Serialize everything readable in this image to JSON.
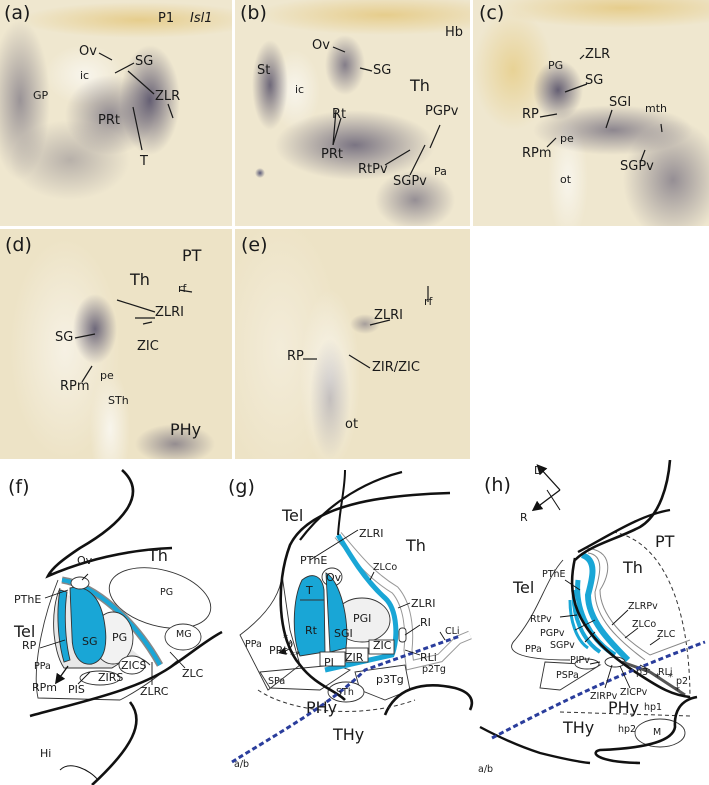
{
  "colors": {
    "background_tissue": "#efe7cf",
    "stain": "#3c3a5a",
    "diagram_blue": "#19a6d6",
    "boundary_dotted": "#2a3d9c",
    "asterisk": "#5fd0e0"
  },
  "panels": {
    "a": {
      "letter": "(a)",
      "labels": [
        "P1",
        "Isl1",
        "Ov",
        "SG",
        "ic",
        "ZLR",
        "GP",
        "PRt",
        "T"
      ]
    },
    "b": {
      "letter": "(b)",
      "labels": [
        "Ov",
        "SG",
        "Hb",
        "St",
        "ic",
        "Th",
        "Rt",
        "PGPv",
        "PRt",
        "RtPv",
        "SGPv",
        "Pa"
      ]
    },
    "c": {
      "letter": "(c)",
      "labels": [
        "ZLR",
        "PG",
        "SG",
        "SGI",
        "mth",
        "RP",
        "pe",
        "RPm",
        "ot",
        "SGPv"
      ]
    },
    "d": {
      "letter": "(d)",
      "labels": [
        "PT",
        "Th",
        "rf",
        "ZLRI",
        "SG",
        "ZIC",
        "pe",
        "RPm",
        "STh",
        "PHy"
      ]
    },
    "e": {
      "letter": "(e)",
      "labels": [
        "rf",
        "ZLRI",
        "RP",
        "ZIR/ZIC",
        "ot"
      ]
    },
    "f": {
      "letter": "(f)",
      "labels": [
        "Th",
        "PG",
        "Ov",
        "PThE",
        "Tel",
        "RP",
        "SG",
        "PG",
        "MG",
        "PPa",
        "ZICS",
        "ZIRS",
        "ZLC",
        "RPm",
        "PIS",
        "ZLRC",
        "Hi"
      ]
    },
    "g": {
      "letter": "(g)",
      "labels": [
        "Tel",
        "ZLRI",
        "Th",
        "PThE",
        "Ov",
        "ZLCo",
        "T",
        "ZLRI",
        "PGI",
        "RI",
        "Rt",
        "SGI",
        "CLi",
        "PPa",
        "PRt",
        "ZIC",
        "RLi",
        "PI",
        "ZIR",
        "p2Tg",
        "SPa",
        "p3Tg",
        "STh",
        "PHy",
        "THy",
        "a/b"
      ]
    },
    "h": {
      "letter": "(h)",
      "labels": [
        "D",
        "R",
        "PT",
        "PThE",
        "Tel",
        "Th",
        "ZLRPv",
        "RtPv",
        "ZLCo",
        "PGPv",
        "ZLC",
        "SGPv",
        "PPa",
        "PIPv",
        "RLi",
        "p3",
        "PSPa",
        "p2",
        "ZIRPv",
        "ZICPv",
        "PHy",
        "hp1",
        "THy",
        "hp2",
        "M",
        "a/b"
      ]
    }
  }
}
